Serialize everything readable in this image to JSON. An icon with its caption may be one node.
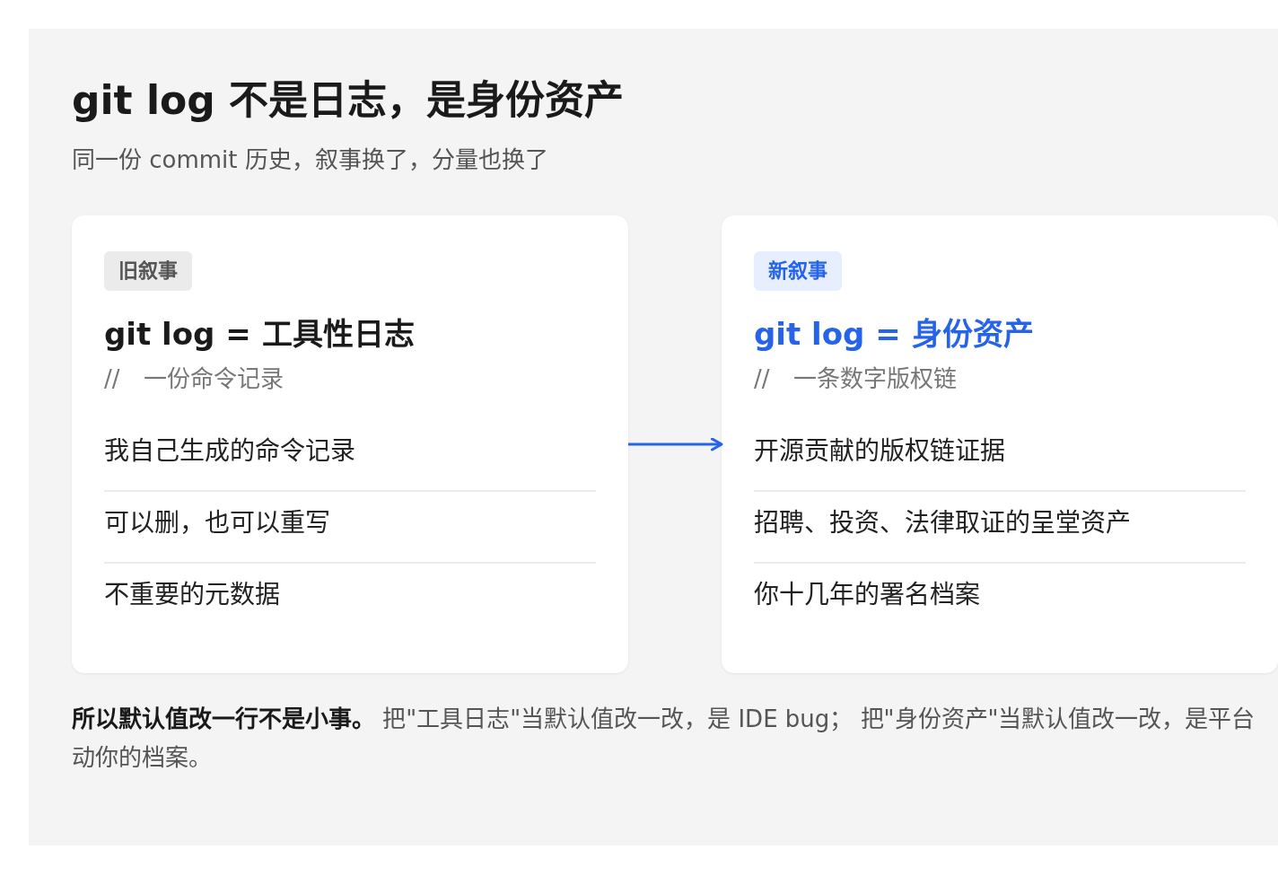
{
  "diagram": {
    "title": "git log 不是日志，是身份资产",
    "nodes": [
      {
        "text": [
          "git log = 工具性日志",
          "// 一份命令记录",
          "我自己生成的命令记录",
          "可以删，也可以重写",
          "不重要的元数据"
        ]
      },
      {
        "text": [
          "旧叙事"
        ],
        "in": 0
      },
      {
        "text": [
          "git log = 身份资产",
          "// 一条数字版权链",
          "开源贡献的版权链证据",
          "招聘、投资、法律取证的呈堂资产",
          "你十几年的署名档案"
        ]
      },
      {
        "text": [
          "新叙事"
        ],
        "in": 2
      }
    ],
    "edges": [
      {
        "from": 0,
        "to": 2,
        "arrow": "to",
        "color": "#2563eb"
      }
    ],
    "labels": [
      "同一份 commit 历史，叙事换了，分量也换了",
      "**所以默认值改一行不是小事。** 把\"工具日志\"当默认值改一改，是 IDE bug； 把\"身份资产\"当默认值改一改，是平台动你的档案。"
    ]
  }
}
